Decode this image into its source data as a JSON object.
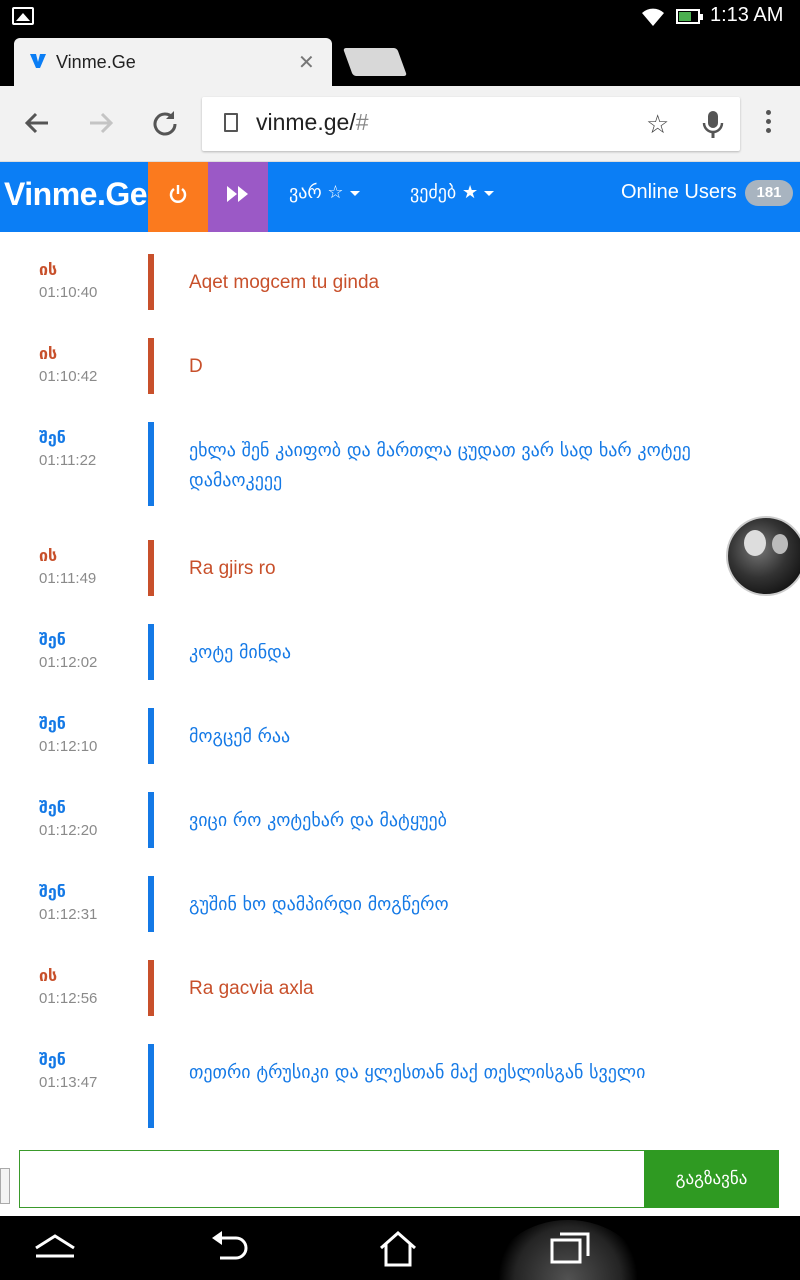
{
  "status_bar": {
    "time": "1:13 AM"
  },
  "browser": {
    "tab_title": "Vinme.Ge",
    "url_main": "vinme.ge/",
    "url_suffix": "#"
  },
  "site": {
    "logo": "Vinme.Ge",
    "menu_who": "ვარ ☆",
    "menu_seek": "ვეძებ ★",
    "online_label": "Online Users",
    "online_count": "181"
  },
  "colors": {
    "nav_blue": "#0b7ef5",
    "power_orange": "#fb7a1e",
    "forward_purple": "#9b59c6",
    "them_red": "#c8502b",
    "me_blue": "#1479e6",
    "send_green": "#2f9a22"
  },
  "messages": [
    {
      "sender": "ის",
      "time": "01:10:40",
      "text": "Aqet mogcem tu ginda",
      "who": "them"
    },
    {
      "sender": "ის",
      "time": "01:10:42",
      "text": "D",
      "who": "them"
    },
    {
      "sender": "შენ",
      "time": "01:11:22",
      "text": "ეხლა შენ კაიფობ და მართლა ცუდათ ვარ სად ხარ კოტეე დამაოკეეე",
      "who": "me"
    },
    {
      "sender": "ის",
      "time": "01:11:49",
      "text": "Ra gjirs ro",
      "who": "them"
    },
    {
      "sender": "შენ",
      "time": "01:12:02",
      "text": "კოტე მინდა",
      "who": "me"
    },
    {
      "sender": "შენ",
      "time": "01:12:10",
      "text": "მოგცემ რაა",
      "who": "me"
    },
    {
      "sender": "შენ",
      "time": "01:12:20",
      "text": "ვიცი რო კოტეხარ და მატყუებ",
      "who": "me"
    },
    {
      "sender": "შენ",
      "time": "01:12:31",
      "text": "გუშინ ხო დამპირდი მოგწერო",
      "who": "me"
    },
    {
      "sender": "ის",
      "time": "01:12:56",
      "text": "Ra gacvia axla",
      "who": "them"
    },
    {
      "sender": "შენ",
      "time": "01:13:47",
      "text": "თეთრი ტრუსიკი და ყლესთან მაქ თესლისგან სველი",
      "who": "me"
    }
  ],
  "composer": {
    "value": "",
    "send_label": "გაგზავნა"
  },
  "icons": {
    "notification": "image-icon",
    "wifi": "wifi-icon",
    "battery": "battery-icon",
    "back": "arrow-left-icon",
    "forward": "arrow-right-icon",
    "reload": "reload-icon",
    "star": "star-icon",
    "mic": "mic-icon",
    "menu": "more-vert-icon",
    "power": "power-icon",
    "fast_forward": "fast-forward-icon"
  }
}
